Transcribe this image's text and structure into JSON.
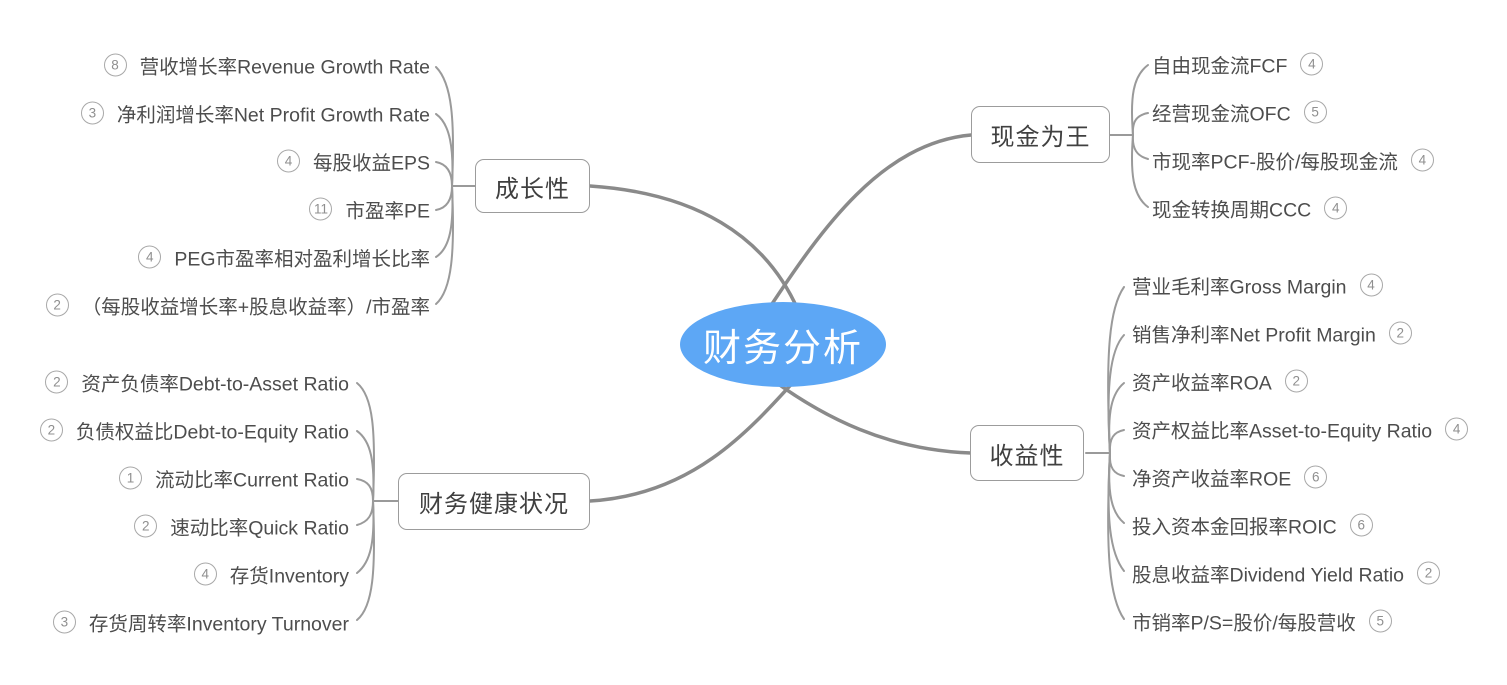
{
  "center": {
    "label": "财务分析"
  },
  "colors": {
    "center_fill": "#5da7f5",
    "center_text": "#ffffff",
    "branch_line": "#8a8a8a",
    "leaf_line": "#9a9a9a",
    "box_border": "#9c9c9c",
    "leaf_text": "#4d4d4d",
    "badge": "#8f8f8f"
  },
  "branches": {
    "growth": {
      "label": "成长性",
      "items": [
        {
          "count": "8",
          "label": "营收增长率Revenue Growth Rate"
        },
        {
          "count": "3",
          "label": "净利润增长率Net Profit Growth Rate"
        },
        {
          "count": "4",
          "label": "每股收益EPS"
        },
        {
          "count": "11",
          "label": "市盈率PE"
        },
        {
          "count": "4",
          "label": "PEG市盈率相对盈利增长比率"
        },
        {
          "count": "2",
          "label": "（每股收益增长率+股息收益率）/市盈率"
        }
      ]
    },
    "cash": {
      "label": "现金为王",
      "items": [
        {
          "count": "4",
          "label": "自由现金流FCF"
        },
        {
          "count": "5",
          "label": "经营现金流OFC"
        },
        {
          "count": "4",
          "label": "市现率PCF-股价/每股现金流"
        },
        {
          "count": "4",
          "label": "现金转换周期CCC"
        }
      ]
    },
    "health": {
      "label": "财务健康状况",
      "items": [
        {
          "count": "2",
          "label": "资产负债率Debt-to-Asset Ratio"
        },
        {
          "count": "2",
          "label": "负债权益比Debt-to-Equity Ratio"
        },
        {
          "count": "1",
          "label": "流动比率Current Ratio"
        },
        {
          "count": "2",
          "label": "速动比率Quick Ratio"
        },
        {
          "count": "4",
          "label": "存货Inventory"
        },
        {
          "count": "3",
          "label": "存货周转率Inventory Turnover"
        }
      ]
    },
    "profit": {
      "label": "收益性",
      "items": [
        {
          "count": "4",
          "label": "营业毛利率Gross Margin"
        },
        {
          "count": "2",
          "label": "销售净利率Net Profit Margin"
        },
        {
          "count": "2",
          "label": "资产收益率ROA"
        },
        {
          "count": "4",
          "label": "资产权益比率Asset-to-Equity Ratio"
        },
        {
          "count": "6",
          "label": "净资产收益率ROE"
        },
        {
          "count": "6",
          "label": "投入资本金回报率ROIC"
        },
        {
          "count": "2",
          "label": "股息收益率Dividend Yield Ratio"
        },
        {
          "count": "5",
          "label": "市销率P/S=股价/每股营收"
        }
      ]
    }
  }
}
